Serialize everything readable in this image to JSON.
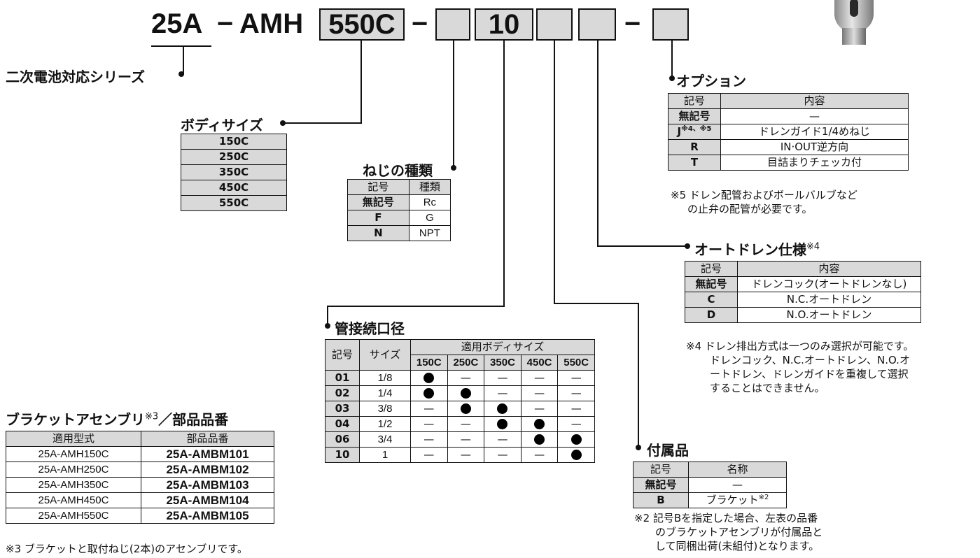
{
  "code": {
    "prefix": "25A",
    "dash1": "−",
    "model": "AMH",
    "size": "550C",
    "dash2": "−",
    "s2": "",
    "s3": "10",
    "s4": "",
    "s5": "",
    "dash3": "−",
    "s6": ""
  },
  "series_label": "二次電池対応シリーズ",
  "body_size": {
    "title": "ボディサイズ",
    "items": [
      "150C",
      "250C",
      "350C",
      "450C",
      "550C"
    ]
  },
  "thread": {
    "title": "ねじの種類",
    "headers": [
      "記号",
      "種類"
    ],
    "rows": [
      [
        "無記号",
        "Rc"
      ],
      [
        "F",
        "G"
      ],
      [
        "N",
        "NPT"
      ]
    ]
  },
  "port": {
    "title": "管接続口径",
    "h_code": "記号",
    "h_size": "サイズ",
    "h_body": "適用ボディサイズ",
    "sizes": [
      "150C",
      "250C",
      "350C",
      "450C",
      "550C"
    ],
    "rows": [
      {
        "code": "01",
        "size": "1/8",
        "v": [
          "●",
          "—",
          "—",
          "—",
          "—"
        ]
      },
      {
        "code": "02",
        "size": "1/4",
        "v": [
          "●",
          "●",
          "—",
          "—",
          "—"
        ]
      },
      {
        "code": "03",
        "size": "3/8",
        "v": [
          "—",
          "●",
          "●",
          "—",
          "—"
        ]
      },
      {
        "code": "04",
        "size": "1/2",
        "v": [
          "—",
          "—",
          "●",
          "●",
          "—"
        ]
      },
      {
        "code": "06",
        "size": "3/4",
        "v": [
          "—",
          "—",
          "—",
          "●",
          "●"
        ]
      },
      {
        "code": "10",
        "size": "1",
        "v": [
          "—",
          "—",
          "—",
          "—",
          "●"
        ]
      }
    ]
  },
  "option": {
    "title": "オプション",
    "headers": [
      "記号",
      "内容"
    ],
    "rows": [
      [
        "無記号",
        "—"
      ],
      [
        "J",
        "ドレンガイド1/4めねじ"
      ],
      [
        "R",
        "IN·OUT逆方向"
      ],
      [
        "T",
        "目詰まりチェッカ付"
      ]
    ],
    "j_sup": "※4、※5",
    "note1": "※5 ドレン配管およびボールバルブなど",
    "note2": "の止弁の配管が必要です。"
  },
  "drain": {
    "title": "オートドレン仕様",
    "title_sup": "※4",
    "headers": [
      "記号",
      "内容"
    ],
    "rows": [
      [
        "無記号",
        "ドレンコック(オートドレンなし)"
      ],
      [
        "C",
        "N.C.オートドレン"
      ],
      [
        "D",
        "N.O.オートドレン"
      ]
    ],
    "note1": "※4 ドレン排出方式は一つのみ選択が可能です。",
    "note2": "ドレンコック、N.C.オートドレン、N.O.オ",
    "note3": "ートドレン、ドレンガイドを重複して選択",
    "note4": "することはできません。"
  },
  "accessory": {
    "title": "付属品",
    "headers": [
      "記号",
      "名称"
    ],
    "rows": [
      [
        "無記号",
        "—"
      ],
      [
        "B",
        "ブラケット"
      ]
    ],
    "b_sup": "※2",
    "note1": "※2 記号Bを指定した場合、左表の品番",
    "note2": "のブラケットアセンブリが付属品と",
    "note3": "して同梱出荷(未組付)となります。"
  },
  "bracket": {
    "title": "ブラケットアセンブリ",
    "title_sup": "※3",
    "title_tail": "／部品品番",
    "headers": [
      "適用型式",
      "部品品番"
    ],
    "rows": [
      [
        "25A-AMH150C",
        "25A-AMBM101"
      ],
      [
        "25A-AMH250C",
        "25A-AMBM102"
      ],
      [
        "25A-AMH350C",
        "25A-AMBM103"
      ],
      [
        "25A-AMH450C",
        "25A-AMBM104"
      ],
      [
        "25A-AMH550C",
        "25A-AMBM105"
      ]
    ],
    "note": "※3 ブラケットと取付ねじ(2本)のアセンブリです。"
  }
}
